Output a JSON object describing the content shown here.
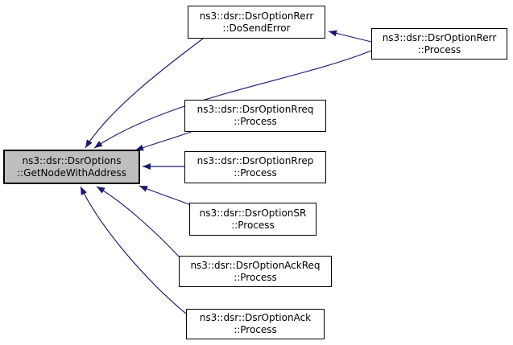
{
  "diagram": {
    "type": "doxygen-call-graph",
    "arrow_color": "#191970",
    "node_border_color": "#000000",
    "highlight_fill": "#bebebe",
    "background": "#ffffff",
    "nodes": {
      "getnodewithaddress": {
        "line1": "ns3::dsr::DsrOptions",
        "line2": "::GetNodeWithAddress",
        "highlighted": true
      },
      "dosenderror": {
        "line1": "ns3::dsr::DsrOptionRerr",
        "line2": "::DoSendError"
      },
      "rerrprocess": {
        "line1": "ns3::dsr::DsrOptionRerr",
        "line2": "::Process"
      },
      "rreqprocess": {
        "line1": "ns3::dsr::DsrOptionRreq",
        "line2": "::Process"
      },
      "rrepprocess": {
        "line1": "ns3::dsr::DsrOptionRrep",
        "line2": "::Process"
      },
      "srprocess": {
        "line1": "ns3::dsr::DsrOptionSR",
        "line2": "::Process"
      },
      "ackreqprocess": {
        "line1": "ns3::dsr::DsrOptionAckReq",
        "line2": "::Process"
      },
      "ackprocess": {
        "line1": "ns3::dsr::DsrOptionAck",
        "line2": "::Process"
      }
    },
    "edges": [
      {
        "from": "rerrprocess",
        "to": "dosenderror"
      },
      {
        "from": "dosenderror",
        "to": "getnodewithaddress"
      },
      {
        "from": "rerrprocess",
        "to": "getnodewithaddress"
      },
      {
        "from": "rreqprocess",
        "to": "getnodewithaddress"
      },
      {
        "from": "rrepprocess",
        "to": "getnodewithaddress"
      },
      {
        "from": "srprocess",
        "to": "getnodewithaddress"
      },
      {
        "from": "ackreqprocess",
        "to": "getnodewithaddress"
      },
      {
        "from": "ackprocess",
        "to": "getnodewithaddress"
      }
    ]
  }
}
